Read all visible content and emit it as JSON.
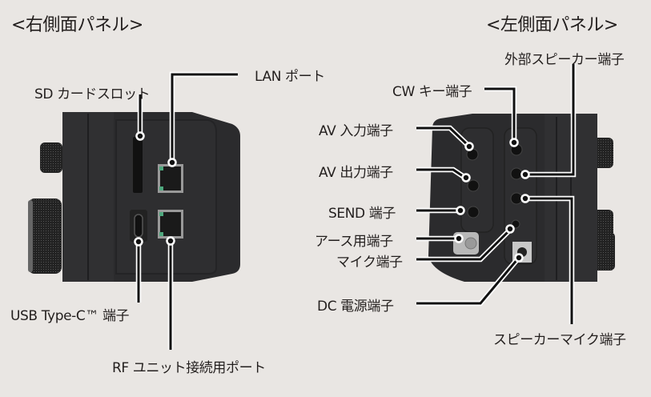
{
  "right_panel": {
    "title": "<右側面パネル>",
    "labels": {
      "sd_card_slot": "SD カードスロット",
      "lan_port": "LAN ポート",
      "usb_type_c": "USB Type-C™ 端子",
      "rf_unit_port": "RF ユニット接続用ポート"
    }
  },
  "left_panel": {
    "title": "<左側面パネル>",
    "labels": {
      "ext_speaker": "外部スピーカー端子",
      "cw_key": "CW キー端子",
      "av_in": "AV 入力端子",
      "av_out": "AV 出力端子",
      "send": "SEND 端子",
      "ground": "アース用端子",
      "mic": "マイク端子",
      "dc_power": "DC 電源端子",
      "speaker_mic": "スピーカーマイク端子"
    }
  },
  "colors": {
    "background": "#e9e6e3",
    "device_body": "#2a2a2c",
    "led_green": "#4fa87e"
  }
}
